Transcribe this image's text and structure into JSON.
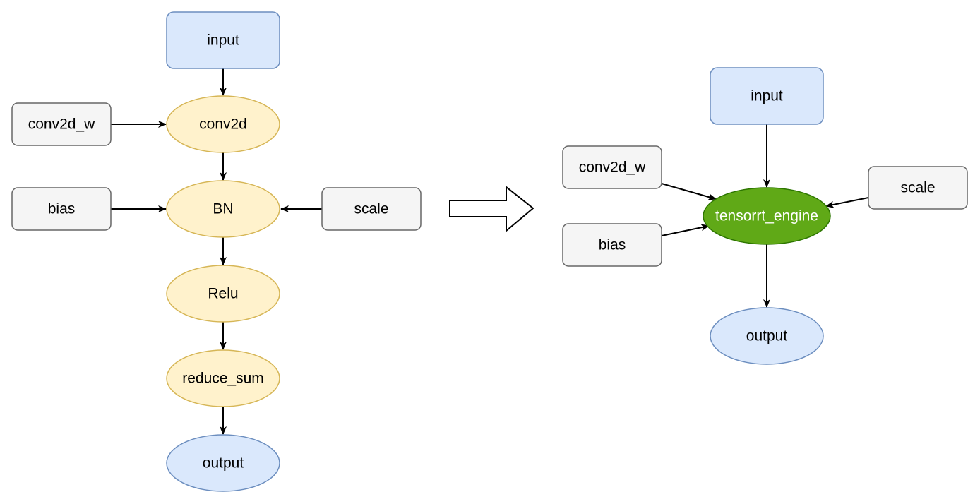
{
  "colors": {
    "input_fill": "#dae8fc",
    "input_stroke": "#6c8ebf",
    "op_fill": "#fff2cc",
    "op_stroke": "#d6b656",
    "param_fill": "#f5f5f5",
    "param_stroke": "#666666",
    "engine_fill": "#60a917",
    "engine_stroke": "#2d7600",
    "engine_text": "#ffffff",
    "text": "#000000",
    "edge": "#000000"
  },
  "before": {
    "input": "input",
    "conv2d_w": "conv2d_w",
    "conv2d": "conv2d",
    "bias": "bias",
    "bn": "BN",
    "scale": "scale",
    "relu": "Relu",
    "reduce_sum": "reduce_sum",
    "output": "output"
  },
  "after": {
    "input": "input",
    "conv2d_w": "conv2d_w",
    "bias": "bias",
    "scale": "scale",
    "engine": "tensorrt_engine",
    "output": "output"
  }
}
